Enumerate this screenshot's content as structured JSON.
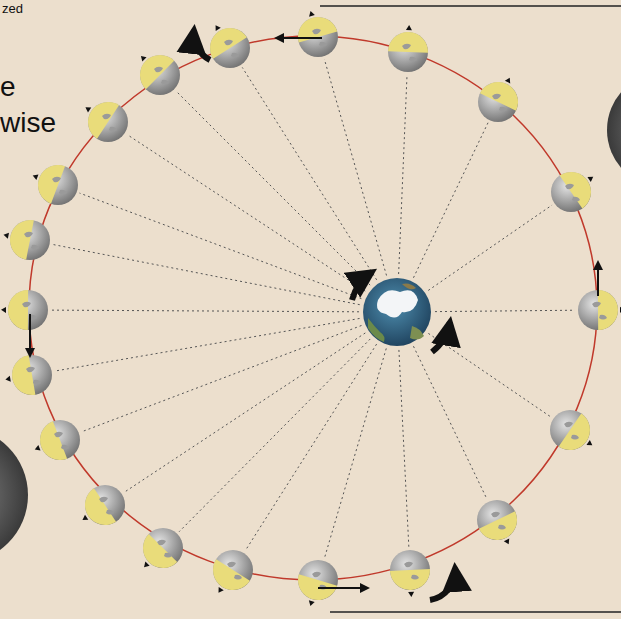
{
  "diagram": {
    "labels": [
      "zed",
      "e",
      "wise"
    ]
  }
}
